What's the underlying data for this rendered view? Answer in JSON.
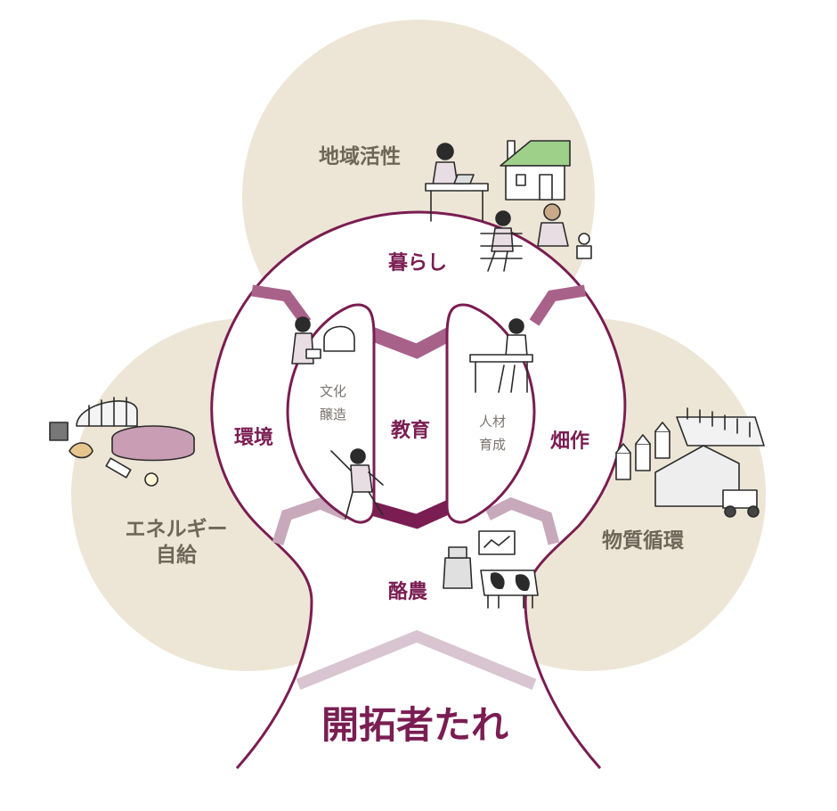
{
  "diagram": {
    "outer_circles": {
      "top": "地域活性",
      "left_line1": "エネルギー",
      "left_line2": "自給",
      "right": "物質循環"
    },
    "inner_areas": {
      "top": "暮らし",
      "left": "環境",
      "center": "教育",
      "right": "畑作",
      "bottom": "酪農"
    },
    "petals": {
      "left_line1": "文化",
      "left_line2": "醸造",
      "right_line1": "人材",
      "right_line2": "育成"
    },
    "title": "開拓者たれ"
  },
  "colors": {
    "beige": "#ede6d6",
    "maroon": "#7a1d52",
    "connector": "#a8628a",
    "connector_light": "#d9c4d1",
    "outer_text": "#6e6659"
  }
}
